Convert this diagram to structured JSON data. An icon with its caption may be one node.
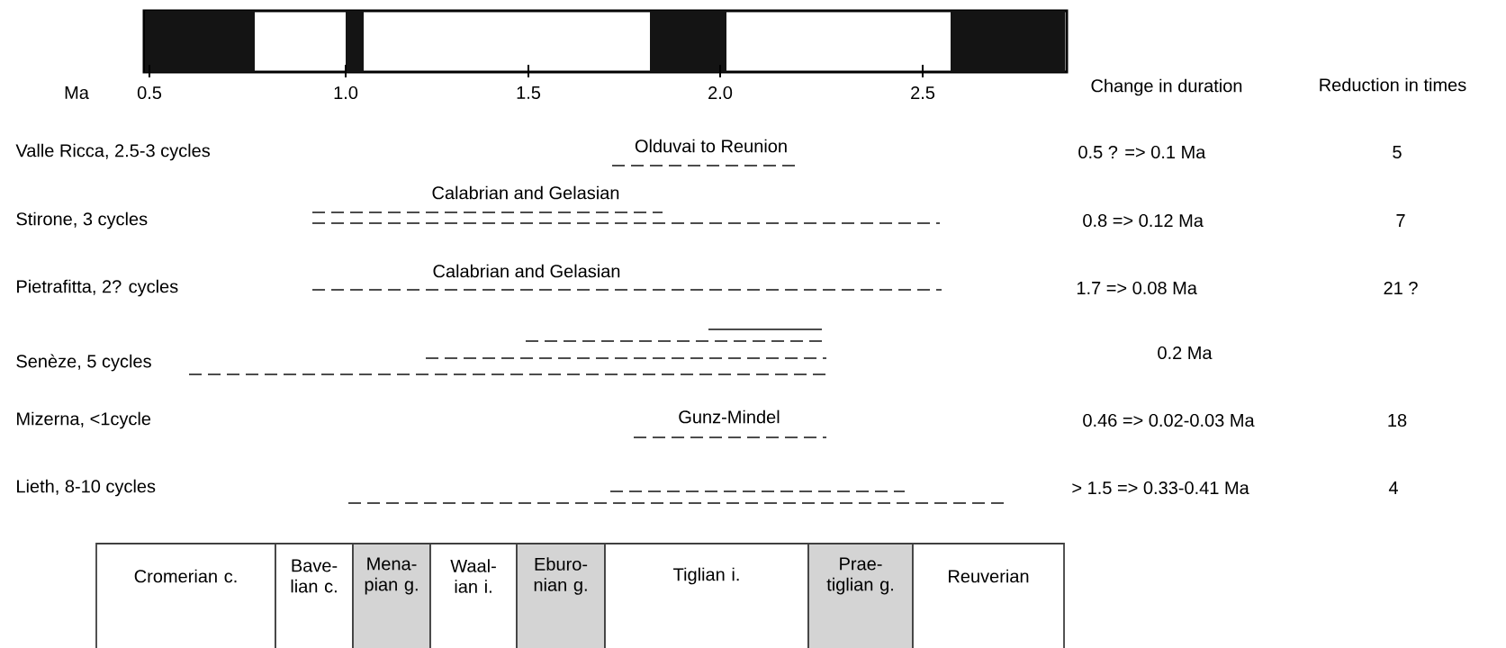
{
  "diagram": {
    "nodes": [
      {
        "text": [
          "Cromerian c."
        ]
      },
      {
        "text": [
          "Bave- lian c."
        ]
      },
      {
        "text": [
          "Mena- pian g."
        ]
      },
      {
        "text": [
          "Waal- ian i."
        ]
      },
      {
        "text": [
          "Eburo- nian g."
        ]
      },
      {
        "text": [
          "Tiglian i."
        ]
      },
      {
        "text": [
          "Prae- tiglian g."
        ]
      },
      {
        "text": [
          "Reuverian"
        ]
      }
    ],
    "labels": [
      "Ma",
      "0.5",
      "1.0",
      "1.5",
      "2.0",
      "2.5",
      "Change in duration",
      "Reduction in times",
      "Valle Ricca, 2.5-3 cycles",
      "Olduvai to Reunion",
      "0.5 ? => 0.1 Ma",
      "5",
      "Calabrian and Gelasian",
      "Stirone, 3 cycles",
      "0.8 => 0.12 Ma",
      "7",
      "Calabrian and Gelasian",
      "Pietrafitta, 2? cycles",
      "1.7 => 0.08 Ma",
      "21 ?",
      "Senèze, 5 cycles",
      "0.2 Ma",
      "Mizerna, <1cycle",
      "Gunz-Mindel",
      "0.46 => 0.02-0.03 Ma",
      "18",
      "Lieth, 8-10 cycles",
      "> 1.5 => 0.33-0.41 Ma",
      "4"
    ]
  }
}
